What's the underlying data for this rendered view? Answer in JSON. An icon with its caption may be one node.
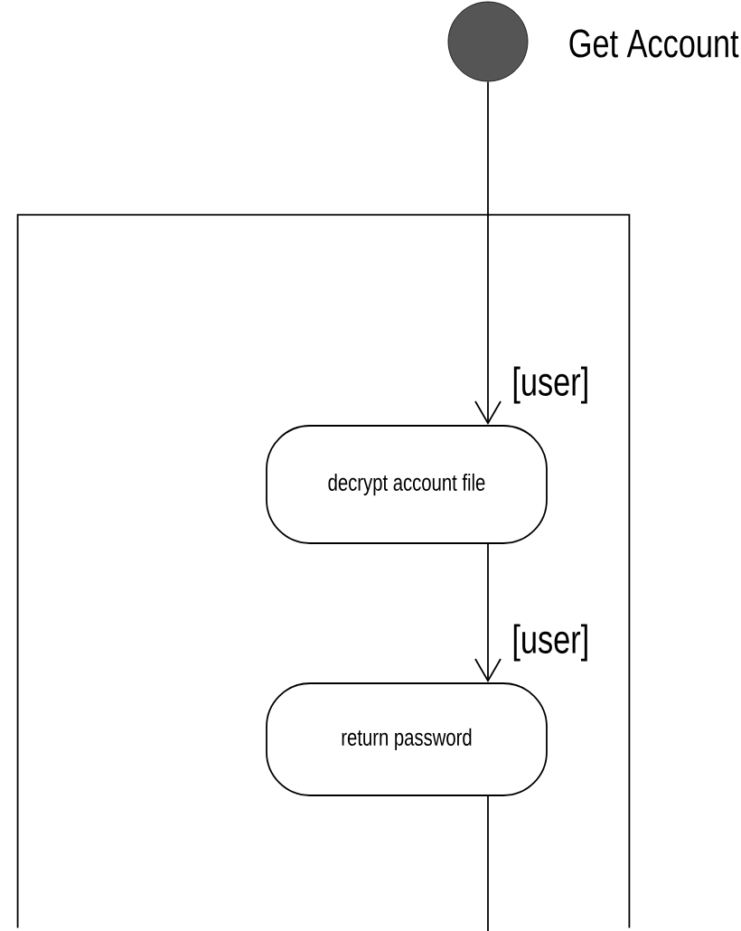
{
  "diagram": {
    "nodes": [
      {
        "text": [],
        "shape": "circle",
        "beside": [
          "Get Account"
        ]
      },
      {
        "text": [],
        "shape": "box"
      },
      {
        "text": [
          "decrypt account file"
        ],
        "in": 1
      },
      {
        "text": [
          "return password"
        ],
        "in": 1
      }
    ],
    "edges": [
      {
        "from": 0,
        "to": 2,
        "arrow": "to",
        "label": "[user]"
      },
      {
        "from": 2,
        "to": 3,
        "arrow": "to",
        "label": "[user]"
      },
      {
        "from": 3,
        "to": null,
        "arrow": "none"
      }
    ]
  }
}
